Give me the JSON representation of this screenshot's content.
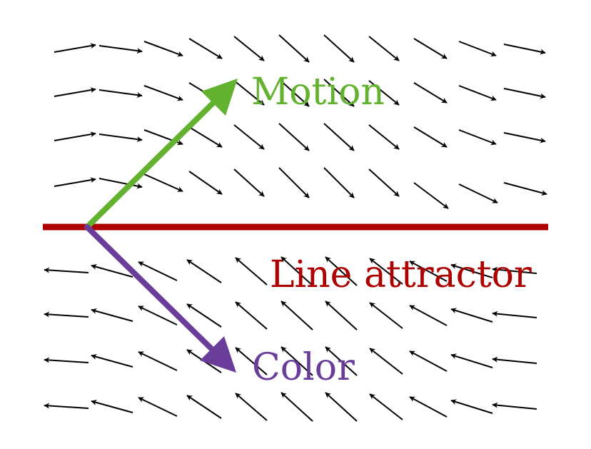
{
  "labels": {
    "motion": "Motion",
    "line_attractor": "Line attractor",
    "color": "Color"
  },
  "colors": {
    "motion": "#63b22f",
    "line_attractor": "#ad0000",
    "color": "#6a3d9a",
    "flow_arrows": "#000000",
    "background": "#ffffff"
  }
}
